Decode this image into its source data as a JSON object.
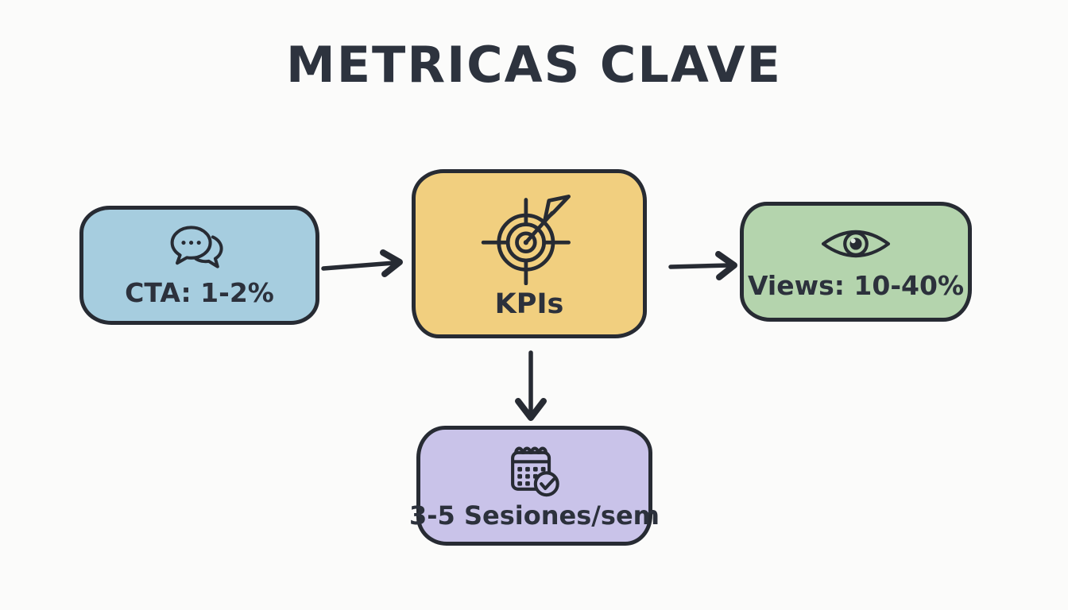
{
  "title": "METRICAS CLAVE",
  "nodes": {
    "cta": {
      "label": "CTA: 1-2%",
      "icon": "chat-icon",
      "fill": "#a6cddf"
    },
    "kpis": {
      "label": "KPIs",
      "icon": "target-icon",
      "fill": "#f1cf7f"
    },
    "views": {
      "label": "Views: 10-40%",
      "icon": "eye-icon",
      "fill": "#b4d4ad"
    },
    "sessions": {
      "label": "3-5 Sesiones/sem",
      "icon": "calendar-check-icon",
      "fill": "#c9c3e9"
    }
  },
  "connections": [
    {
      "from": "cta",
      "to": "kpis",
      "direction": "right"
    },
    {
      "from": "kpis",
      "to": "views",
      "direction": "right"
    },
    {
      "from": "kpis",
      "to": "sessions",
      "direction": "down"
    }
  ],
  "colors": {
    "background": "#fbfbfa",
    "stroke": "#272b33",
    "title_text": "#2d333e",
    "node_text": "#2c313c"
  }
}
